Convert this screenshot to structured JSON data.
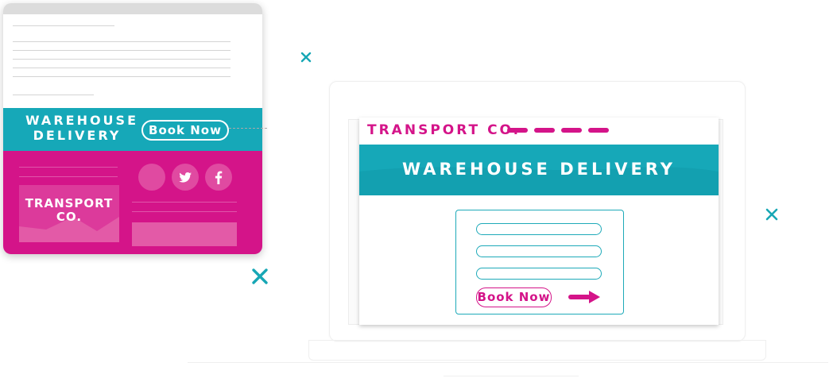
{
  "email": {
    "banner_title": "WAREHOUSE DELIVERY",
    "book_button": "Book Now",
    "logo_text": "TRANSPORT CO.",
    "social_icons": [
      "circle-icon",
      "twitter-icon",
      "facebook-icon"
    ]
  },
  "landing": {
    "brand": "TRANSPORT CO.",
    "hero_title": "WAREHOUSE DELIVERY",
    "form": {
      "field_count": 3,
      "submit_label": "Book Now"
    }
  },
  "colors": {
    "teal": "#16a8b8",
    "magenta": "#d41489",
    "pink_light": "#e35aa7"
  },
  "decor": [
    "close-icon",
    "close-icon",
    "close-icon"
  ]
}
